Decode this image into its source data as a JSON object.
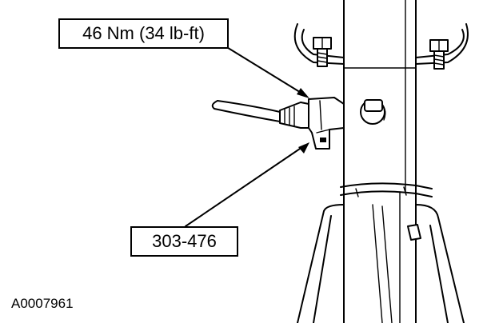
{
  "callouts": {
    "torque": "46 Nm (34 lb-ft)",
    "tool": "303-476"
  },
  "figure_id": "A0007961",
  "colors": {
    "ink": "#000000",
    "paper": "#ffffff"
  }
}
